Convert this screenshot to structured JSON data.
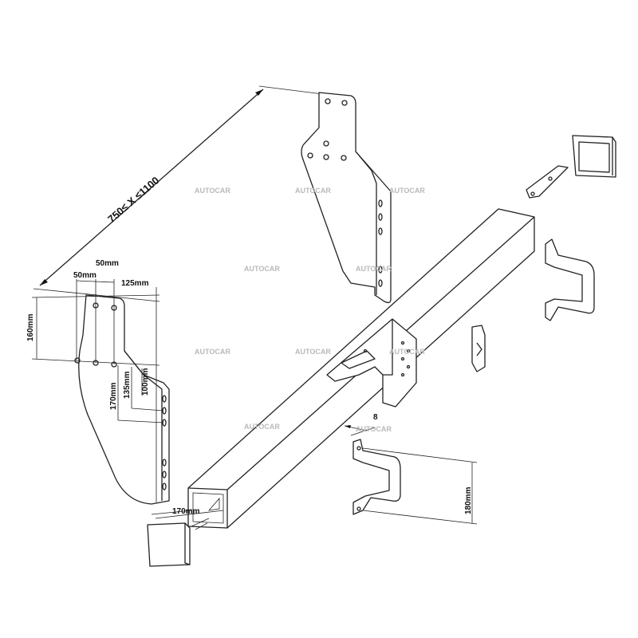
{
  "watermark": "AUTOCAR",
  "watermarks": [
    "AUTOCAR",
    "AUTOCAR",
    "AUTOCAR",
    "AUTOCAR",
    "AUTOCAR",
    "AUTOCAR",
    "AUTOCAR",
    "AUTOCAR",
    "AUTOCAR",
    "AUTOCAR"
  ],
  "dimensions": {
    "span": "750≤ X ≤1100",
    "hole_spacing_outer": "50mm",
    "hole_spacing_inner": "50mm",
    "offset_125": "125mm",
    "height_160": "160mm",
    "height_170": "170mm",
    "height_135": "135mm",
    "height_100": "100mm",
    "beam_width": "170mm",
    "bracket_height": "180mm",
    "bolt": "8"
  }
}
